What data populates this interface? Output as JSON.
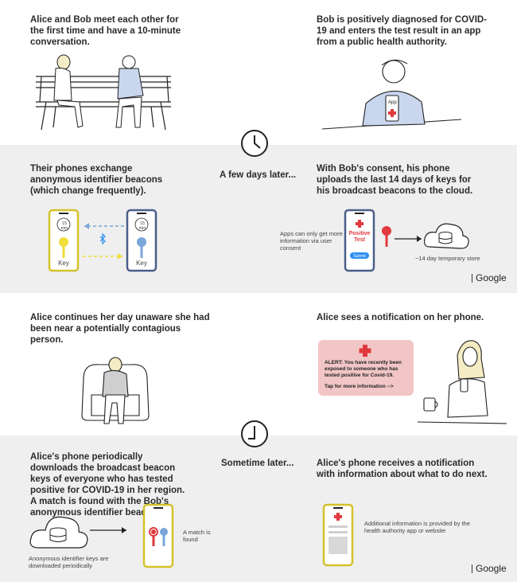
{
  "step1": {
    "caption": "Alice and Bob meet each other for the first time and have a 10-minute conversation."
  },
  "step2": {
    "caption": "Bob is positively diagnosed for COVID-19 and enters the test result in an app from a public health authority.",
    "app_label": "App"
  },
  "step3": {
    "caption": "Their phones exchange anonymous identifier beacons (which change frequently).",
    "timer1": "15 min",
    "timer2": "15 min",
    "key1": "Key",
    "key2": "Key"
  },
  "mid1": {
    "label": "A few days later..."
  },
  "step4": {
    "caption": "With Bob's consent, his phone uploads the last 14 days of keys for his broadcast beacons to the cloud.",
    "consent_note": "Apps can only get more information via user consent",
    "positive_label": "Positive Test",
    "submit_label": "Submit",
    "storage_note": "~14 day temporary store"
  },
  "step5": {
    "caption": "Alice continues her day unaware she had been near a potentially contagious person."
  },
  "step6": {
    "caption": "Alice sees a notification on her phone.",
    "alert_text": "ALERT: You have recently been exposed to someone who has tested positive for Covid-19.",
    "alert_tap": "Tap for more information -->"
  },
  "mid2": {
    "label": "Sometime later..."
  },
  "step7": {
    "caption": "Alice's phone periodically downloads the broadcast beacon keys of everyone who has tested positive for COVID-19 in her region. A match is found with the Bob's anonymous identifier beacons.",
    "download_note": "Anonymous identifier keys are downloaded periodically",
    "match_note": "A match is found"
  },
  "step8": {
    "caption": "Alice's phone receives a notification with information about what to do next.",
    "info_note": "Additional information is provided by the health authority app or website"
  },
  "brand": {
    "apple": "",
    "google": "Google"
  },
  "colors": {
    "band": "#efefef",
    "alice": "#d4c22a",
    "bob": "#4a5e88",
    "key_yellow": "#f0de3c",
    "key_blue": "#7aa5d8",
    "alert_bg": "#f2c6c6",
    "red": "#e0393e",
    "submit_blue": "#2d8ff0"
  }
}
